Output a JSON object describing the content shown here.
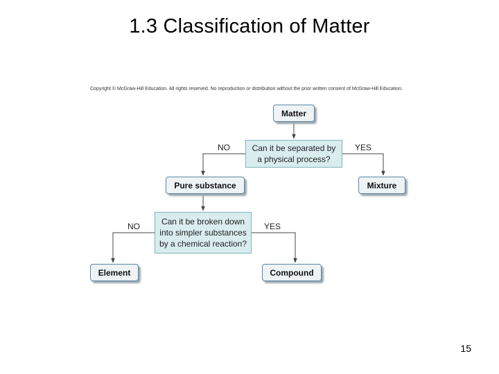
{
  "title": "1.3 Classification of Matter",
  "copyright": "Copyright © McGraw-Hill Education. All rights reserved. No reproduction or distribution without the prior written consent of McGraw-Hill Education.",
  "diagram": {
    "nodes": {
      "matter": "Matter",
      "pure_substance": "Pure substance",
      "mixture": "Mixture",
      "element": "Element",
      "compound": "Compound"
    },
    "questions": {
      "q1": [
        "Can it be separated by",
        "a physical process?"
      ],
      "q2": [
        "Can it be broken down",
        "into simpler substances",
        "by a chemical reaction?"
      ]
    },
    "edge_labels": {
      "q1_no": "NO",
      "q1_yes": "YES",
      "q2_no": "NO",
      "q2_yes": "YES"
    },
    "colors": {
      "node_border": "#5b87a5",
      "node_fill": "#eef3f6",
      "question_fill": "#d9ecee",
      "question_border": "#7fb4bb",
      "connector": "#444444"
    }
  },
  "page_number": "15"
}
